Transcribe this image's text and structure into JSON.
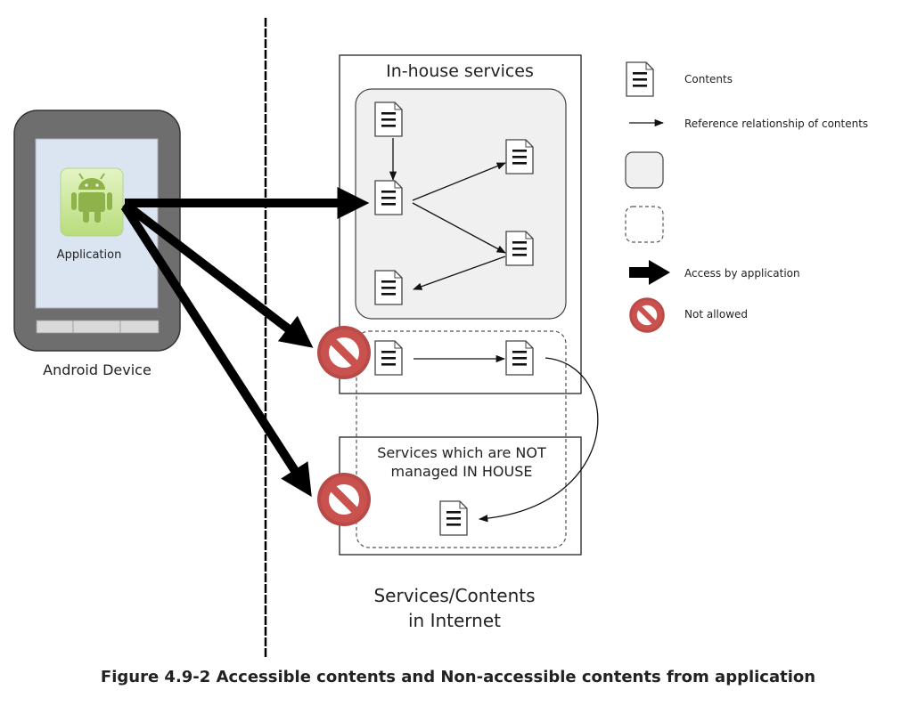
{
  "device": {
    "label": "Android Device",
    "app_label": "Application"
  },
  "inhouse": {
    "title": "In-house services"
  },
  "external": {
    "title_line1": "Services which are NOT",
    "title_line2": "managed IN HOUSE"
  },
  "internet": {
    "line1": "Services/Contents",
    "line2": "in Internet"
  },
  "legend": {
    "contents": "Contents",
    "reference": "Reference relationship of contents",
    "grey_box": "",
    "dashed_box": "",
    "access": "Access by application",
    "not_allowed": "Not allowed"
  },
  "caption": "Figure 4.9-2 Accessible contents and Non-accessible contents from application",
  "colors": {
    "device_body": "#6e6e6e",
    "screen": "#dbe5f1",
    "android_green": "#8fb24a",
    "icon_bg": "#d2eaa6",
    "forbid_red": "#c0504d",
    "grey_box": "#f0f0f0"
  }
}
